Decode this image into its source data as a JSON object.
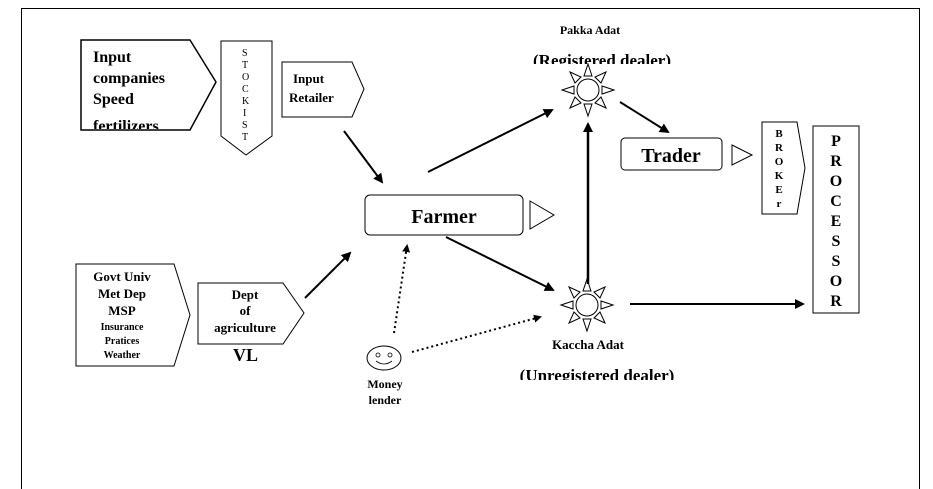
{
  "input_companies": {
    "lines": [
      "Input",
      "companies",
      "Speed",
      "fertilizers"
    ]
  },
  "stockist": {
    "letters": [
      "S",
      "T",
      "O",
      "C",
      "K",
      "I",
      "S",
      "T"
    ]
  },
  "input_retailer": {
    "lines": [
      "Input",
      "Retailer"
    ]
  },
  "farmer": {
    "label": "Farmer"
  },
  "govt": {
    "lines": [
      "Govt Univ",
      "Met Dep",
      "MSP",
      "Insurance",
      "Pratices",
      "Weather"
    ]
  },
  "dept": {
    "lines": [
      "Dept",
      "of",
      "agriculture"
    ],
    "sub": "VL"
  },
  "money_lender": {
    "lines": [
      "Money",
      "lender"
    ]
  },
  "pakka_adat": {
    "title": "Pakka Adat",
    "sub": "(Registered dealer)"
  },
  "kaccha_adat": {
    "title": "Kaccha Adat",
    "sub": "(Unregistered dealer)"
  },
  "trader": {
    "label": "Trader"
  },
  "broker": {
    "letters": [
      "B",
      "R",
      "O",
      "K",
      "E",
      "r"
    ]
  },
  "processor": {
    "letters": [
      "P",
      "R",
      "O",
      "C",
      "E",
      "S",
      "S",
      "O",
      "R"
    ]
  }
}
